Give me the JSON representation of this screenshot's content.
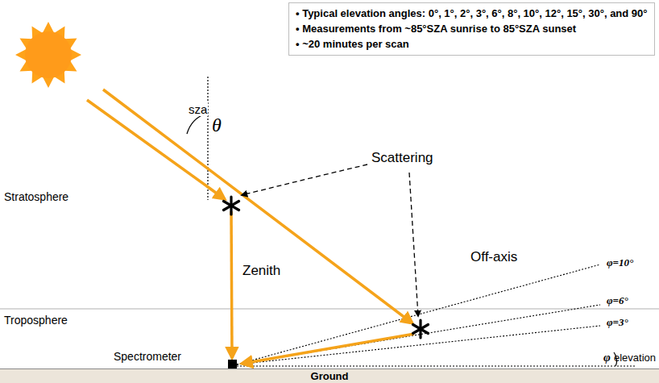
{
  "diagram": {
    "nodes": [
      {
        "text": [
          "• Typical elevation angles: 0°, 1°, 2°, 3°, 6°, 8°, 10°, 12°, 15°, 30°, and 90°",
          "• Measurements from ~85°SZA sunrise to 85°SZA sunset",
          "• ~20 minutes per scan"
        ]
      },
      {
        "text": [
          "Ground"
        ]
      }
    ],
    "labels": [
      "Stratosphere",
      "sza",
      "θ",
      "Scattering",
      "Zenith",
      "Off-axis",
      "φ=10°",
      "φ=6°",
      "φ=3°",
      "Troposphere",
      "Spectrometer",
      "φ",
      "elevation"
    ]
  }
}
